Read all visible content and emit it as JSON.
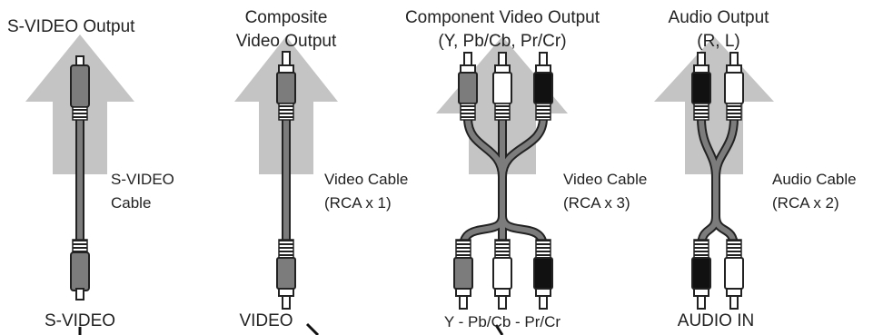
{
  "titles": {
    "svideo": "S-VIDEO Output",
    "composite_1": "Composite",
    "composite_2": "Video Output",
    "component_1": "Component Video Output",
    "component_2": "(Y, Pb/Cb, Pr/Cr)",
    "audio_1": "Audio Output",
    "audio_2": "(R, L)"
  },
  "cables": {
    "svideo_1": "S-VIDEO",
    "svideo_2": "Cable",
    "composite_1": "Video Cable",
    "composite_2": "(RCA x 1)",
    "component_1": "Video Cable",
    "component_2": "(RCA x 3)",
    "audio_1": "Audio Cable",
    "audio_2": "(RCA x 2)"
  },
  "inputs": {
    "svideo": "S-VIDEO",
    "composite": "VIDEO",
    "component": "Y - Pb/Cb - Pr/Cr",
    "audio": "AUDIO IN"
  },
  "colors": {
    "arrow": "#c4c4c4",
    "cable": "#7c7c7c",
    "plug_black": "#111111",
    "plug_white": "#ffffff"
  }
}
